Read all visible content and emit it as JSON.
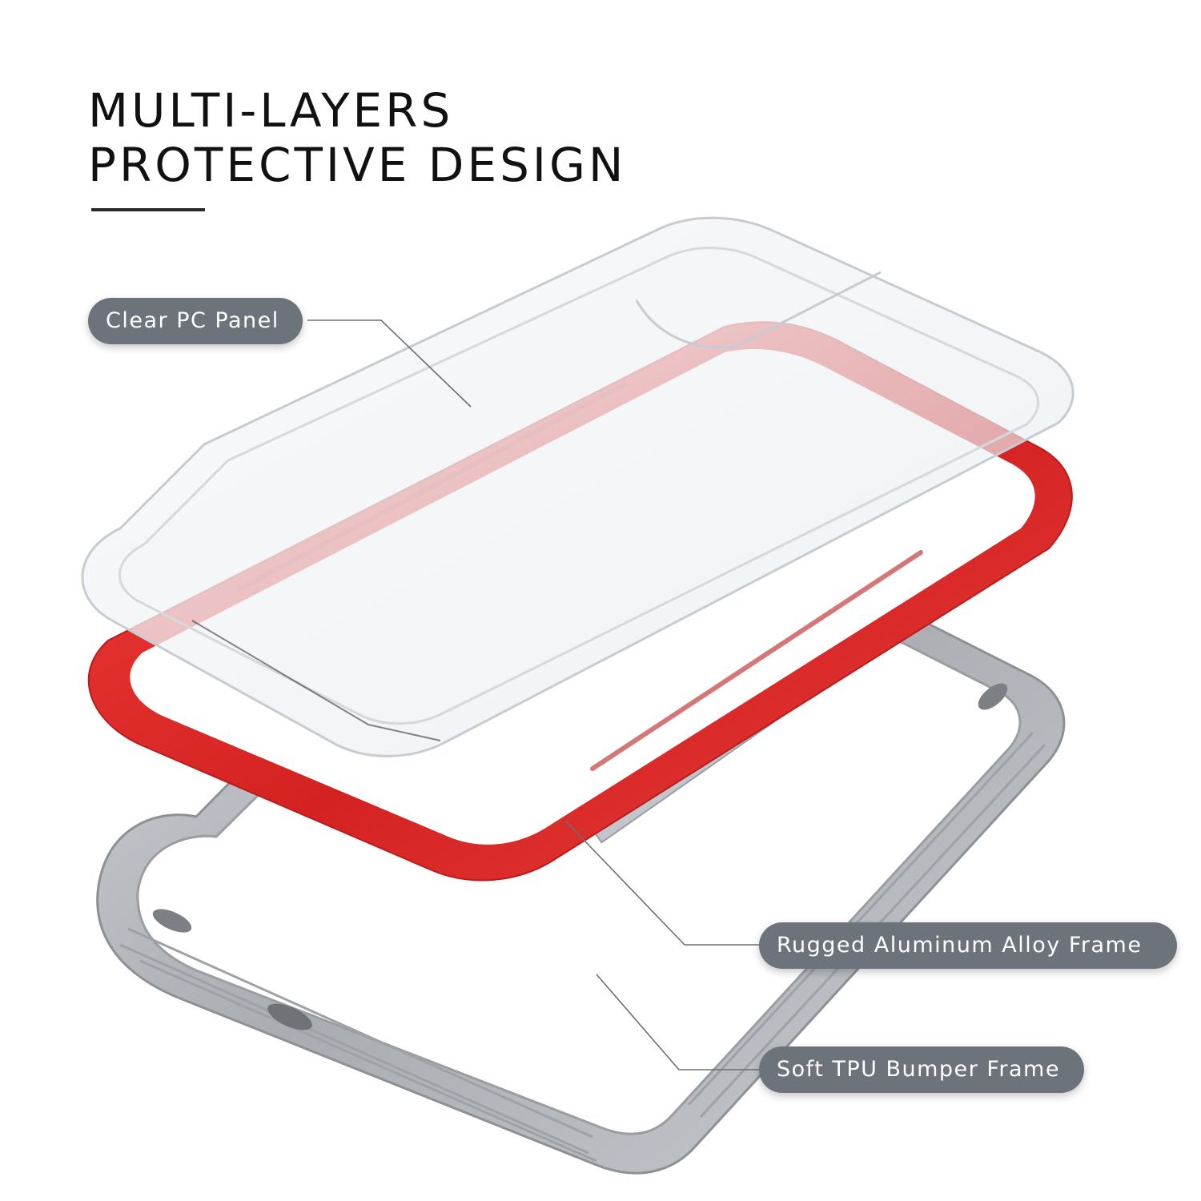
{
  "headline": {
    "line1": "MULTI-LAYERS",
    "line2": "PROTECTIVE DESIGN"
  },
  "callouts": {
    "pc_panel": "Clear PC Panel",
    "aluminum_frame": "Rugged Aluminum Alloy Frame",
    "tpu_bumper": "Soft TPU Bumper Frame"
  },
  "colors": {
    "background": "#ffffff",
    "headline_text": "#111111",
    "callout_fill": "#6d737b",
    "callout_text": "#ffffff",
    "aluminum_frame": "#e02a2a",
    "tpu_frame": "#b9bcc0",
    "leader_line": "#6b6f75"
  },
  "icons": [
    "clear-pc-panel-illustration",
    "aluminum-frame-illustration",
    "tpu-bumper-illustration"
  ]
}
